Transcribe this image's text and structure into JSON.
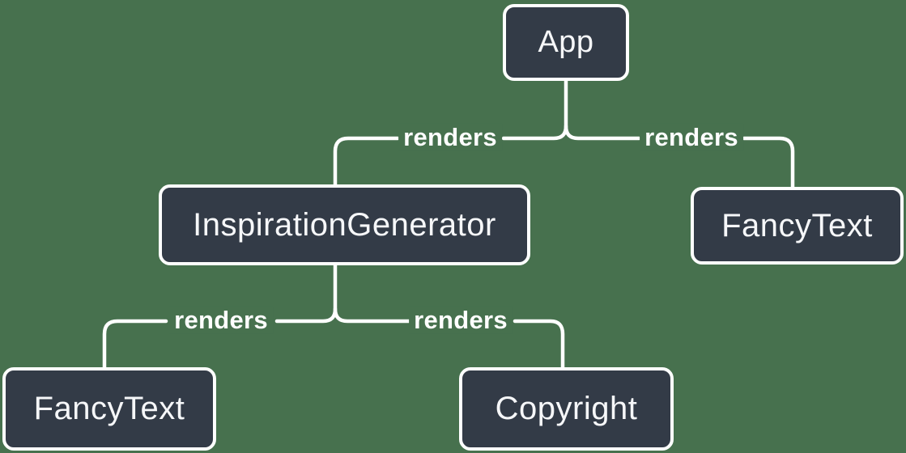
{
  "diagram": {
    "type": "component-render-tree",
    "colors": {
      "background": "#47714E",
      "node_fill": "#333B47",
      "node_border": "#FFFFFF",
      "edge_line": "#FFFFFF",
      "text": "#F6F7F9"
    },
    "nodes": [
      {
        "id": "app",
        "label": "App"
      },
      {
        "id": "inspiration-generator",
        "label": "InspirationGenerator"
      },
      {
        "id": "fancy-text-right",
        "label": "FancyText"
      },
      {
        "id": "fancy-text-left",
        "label": "FancyText"
      },
      {
        "id": "copyright",
        "label": "Copyright"
      }
    ],
    "edges": [
      {
        "from": "App",
        "to": "InspirationGenerator",
        "label": "renders"
      },
      {
        "from": "App",
        "to": "FancyText",
        "label": "renders"
      },
      {
        "from": "InspirationGenerator",
        "to": "FancyText",
        "label": "renders"
      },
      {
        "from": "InspirationGenerator",
        "to": "Copyright",
        "label": "renders"
      }
    ]
  }
}
